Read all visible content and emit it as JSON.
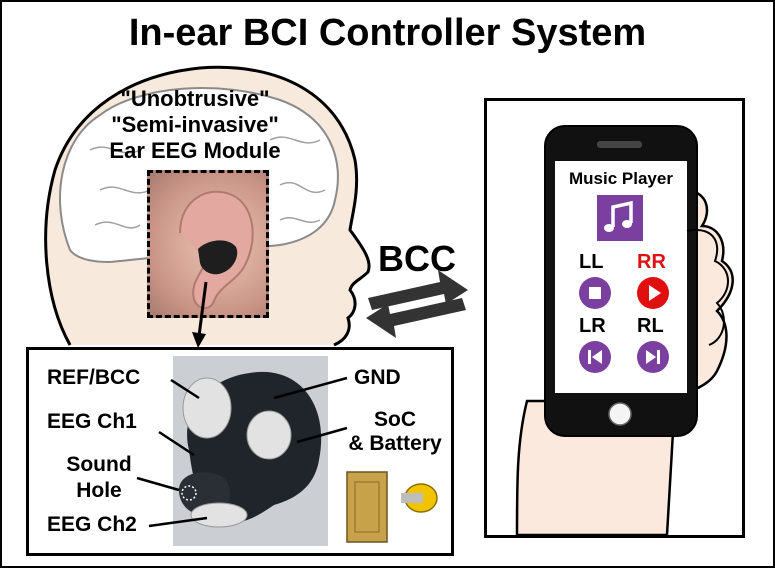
{
  "title": "In-ear BCI Controller System",
  "module": {
    "line1": "\"Unobtrusive\"",
    "line2": "\"Semi-invasive\"",
    "line3": "Ear EEG Module"
  },
  "link_label": "BCC",
  "earpiece": {
    "ref_bcc": "REF/BCC",
    "gnd": "GND",
    "eeg_ch1": "EEG Ch1",
    "soc_line1": "SoC",
    "soc_line2": "& Battery",
    "sound_line1": "Sound",
    "sound_line2": "Hole",
    "eeg_ch2": "EEG Ch2"
  },
  "phone": {
    "app_title": "Music Player",
    "controls": [
      {
        "label": "LL",
        "icon": "stop-icon",
        "label_color": "#000000",
        "icon_color": "#7b3fa0"
      },
      {
        "label": "RR",
        "icon": "play-icon",
        "label_color": "#e01010",
        "icon_color": "#e01010"
      },
      {
        "label": "LR",
        "icon": "skip-back-icon",
        "label_color": "#000000",
        "icon_color": "#7b3fa0"
      },
      {
        "label": "RL",
        "icon": "skip-forward-icon",
        "label_color": "#000000",
        "icon_color": "#7b3fa0"
      }
    ]
  },
  "colors": {
    "accent_purple": "#7b3fa0",
    "accent_red": "#e01010"
  }
}
